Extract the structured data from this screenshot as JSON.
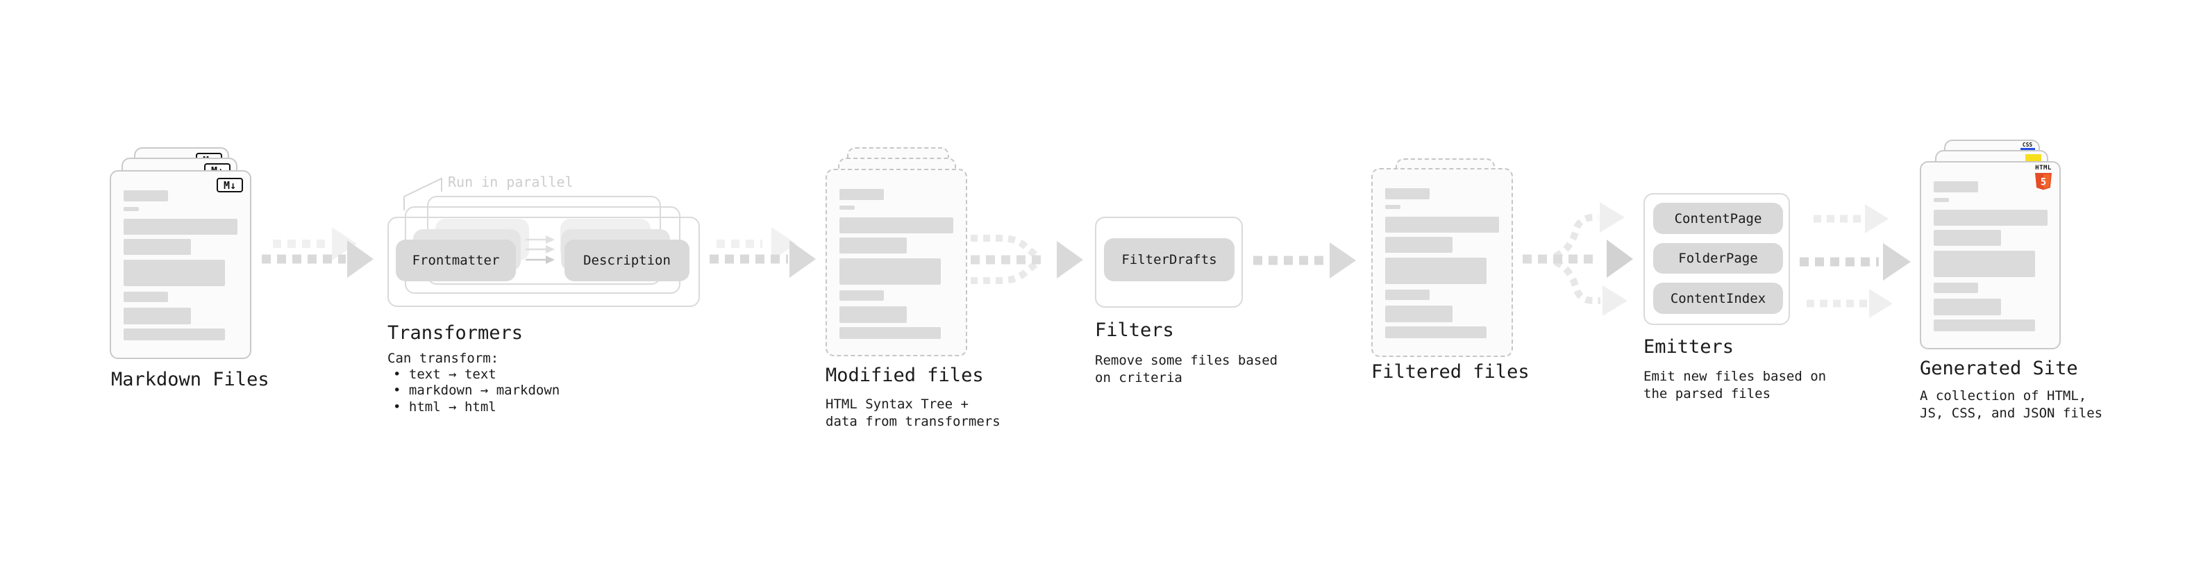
{
  "stages": {
    "markdown": {
      "label": "Markdown Files",
      "badge": "M↓"
    },
    "transformers": {
      "label": "Transformers",
      "annotation": "Run in parallel",
      "boxes": [
        "Frontmatter",
        "Description"
      ],
      "desc": [
        "Can transform:",
        "• text → text",
        "• markdown → markdown",
        "• html → html"
      ]
    },
    "modified": {
      "label": "Modified files",
      "desc": [
        "HTML Syntax Tree +",
        "data from transformers"
      ]
    },
    "filters": {
      "label": "Filters",
      "boxes": [
        "FilterDrafts"
      ],
      "desc": [
        "Remove some files based",
        "on criteria"
      ]
    },
    "filtered": {
      "label": "Filtered files"
    },
    "emitters": {
      "label": "Emitters",
      "boxes": [
        "ContentPage",
        "FolderPage",
        "ContentIndex"
      ],
      "desc": [
        "Emit new files based on",
        "the parsed files"
      ]
    },
    "generated": {
      "label": "Generated Site",
      "desc": [
        "A collection of HTML,",
        "JS, CSS, and JSON files"
      ],
      "badges": {
        "html": "HTML",
        "html_number": "5",
        "css": "CSS"
      }
    }
  },
  "colors": {
    "html5_orange": "#e44d26",
    "html5_orange_light": "#f16529",
    "js_yellow": "#f7df1e",
    "css_blue": "#264de4",
    "arrow_main": "#d9d9d9",
    "arrow_light": "#efefef",
    "skeleton_bar": "#dbdbdb"
  }
}
